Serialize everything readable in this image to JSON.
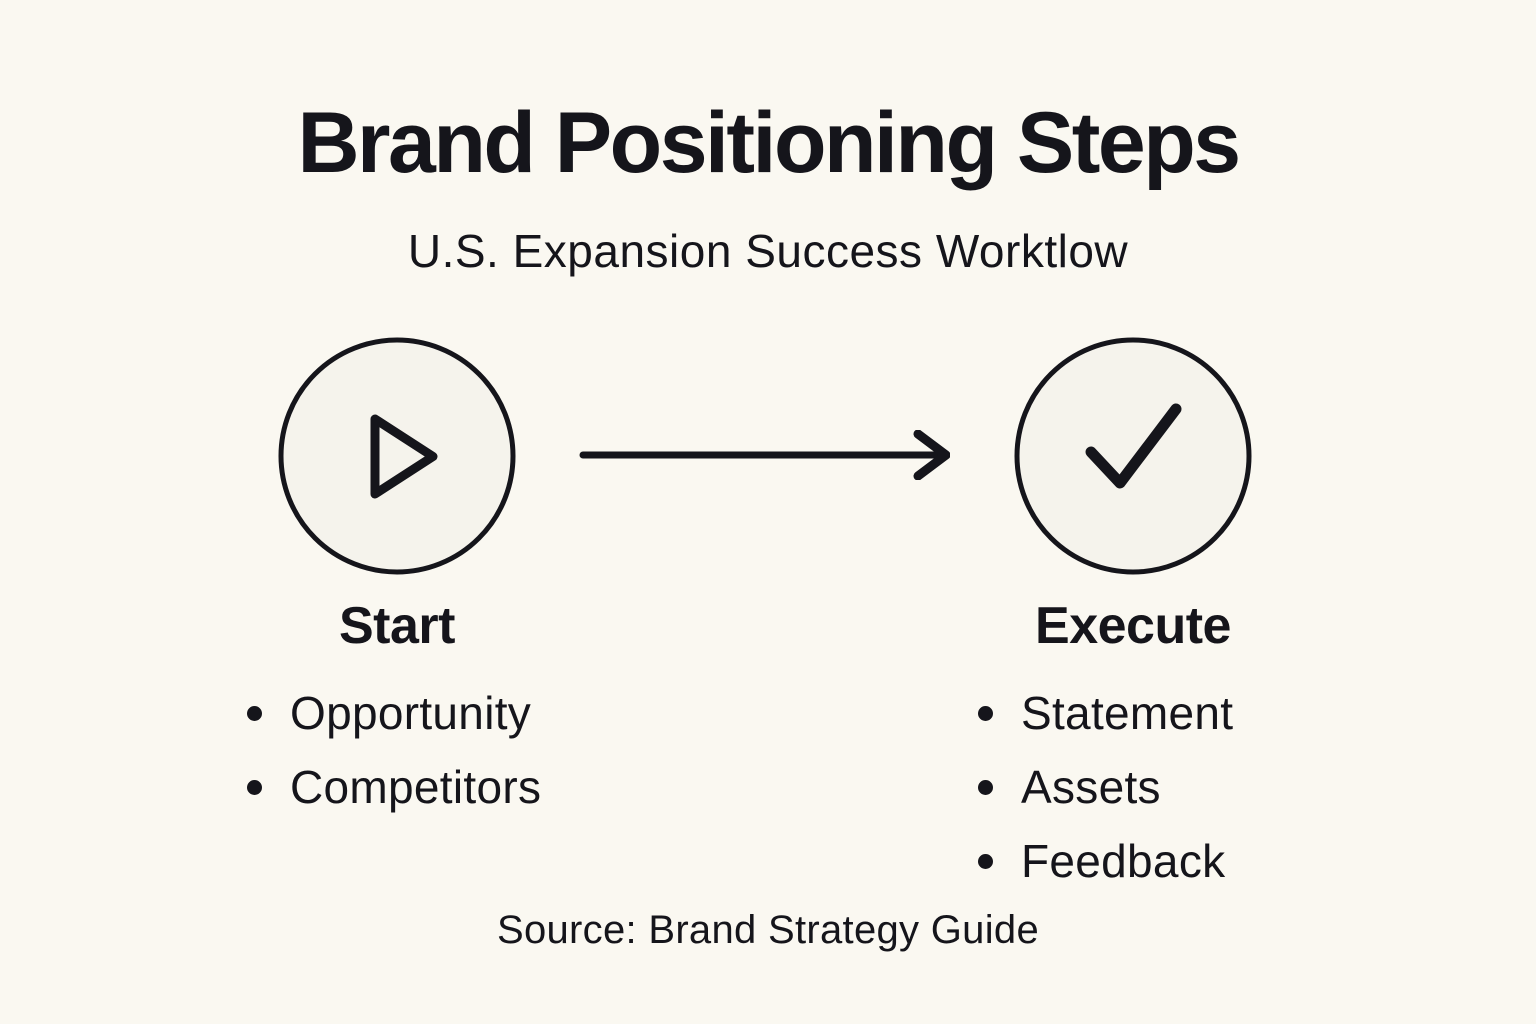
{
  "title": "Brand Positioning Steps",
  "subtitle": "U.S. Expansion Success Worktlow",
  "source": "Source: Brand Strategy Guide",
  "colors": {
    "background": "#FAF8F1",
    "ink": "#15151B",
    "node_fill": "#F5F3EC"
  },
  "connector": {
    "icon": "arrow-right-icon",
    "direction": "left-to-right"
  },
  "nodes": [
    {
      "label": "Start",
      "icon": "play-icon",
      "bullets": [
        "Opportunity",
        "Competitors"
      ]
    },
    {
      "label": "Execute",
      "icon": "check-icon",
      "bullets": [
        "Statement",
        "Assets",
        "Feedback"
      ]
    }
  ]
}
